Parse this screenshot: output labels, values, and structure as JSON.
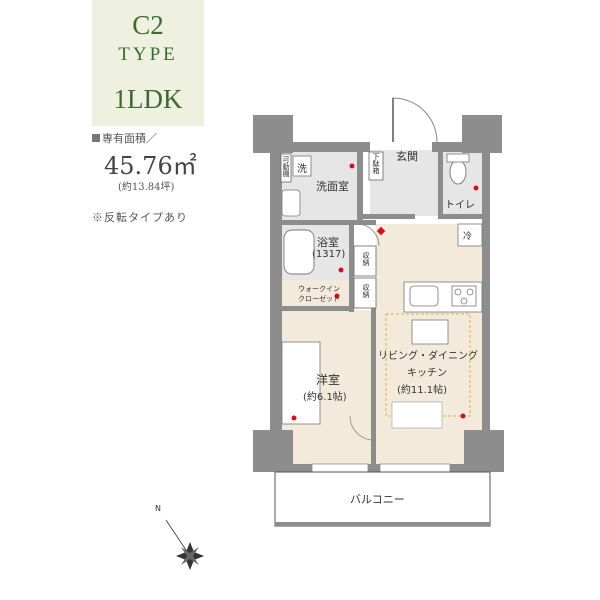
{
  "header": {
    "type_code": "C2",
    "type_word": "TYPE",
    "layout": "1LDK"
  },
  "area": {
    "label": "専有面積／",
    "value": "45.76㎡",
    "tsubo": "(約13.84坪)"
  },
  "note": "※反転タイプあり",
  "rooms": {
    "entrance": "玄関",
    "shoe_closet": "下駄箱",
    "washroom": "洗面室",
    "laundry": "洗",
    "storage_small": "可動棚",
    "toilet": "トイレ",
    "bathroom": "浴室",
    "bathroom_size": "(1317)",
    "fridge": "冷",
    "storage_1": "収納",
    "storage_2": "収納",
    "walk_in_line1": "ウォークイン",
    "walk_in_line2": "クローゼット",
    "western_room": "洋室",
    "western_size": "(約6.1帖)",
    "ldk_line1": "リビング・ダイニング",
    "ldk_line2": "キッチン",
    "ldk_size": "(約11.1帖)",
    "balcony": "バルコニー",
    "compass_n": "N"
  },
  "colors": {
    "wall": "#8d8d8d",
    "floor_wood": "#f4eadc",
    "floor_wet": "#e6e6e6",
    "badge_bg": "#eef1e0",
    "brand_green": "#3d6b2f",
    "outlet_red": "#d0121b"
  }
}
